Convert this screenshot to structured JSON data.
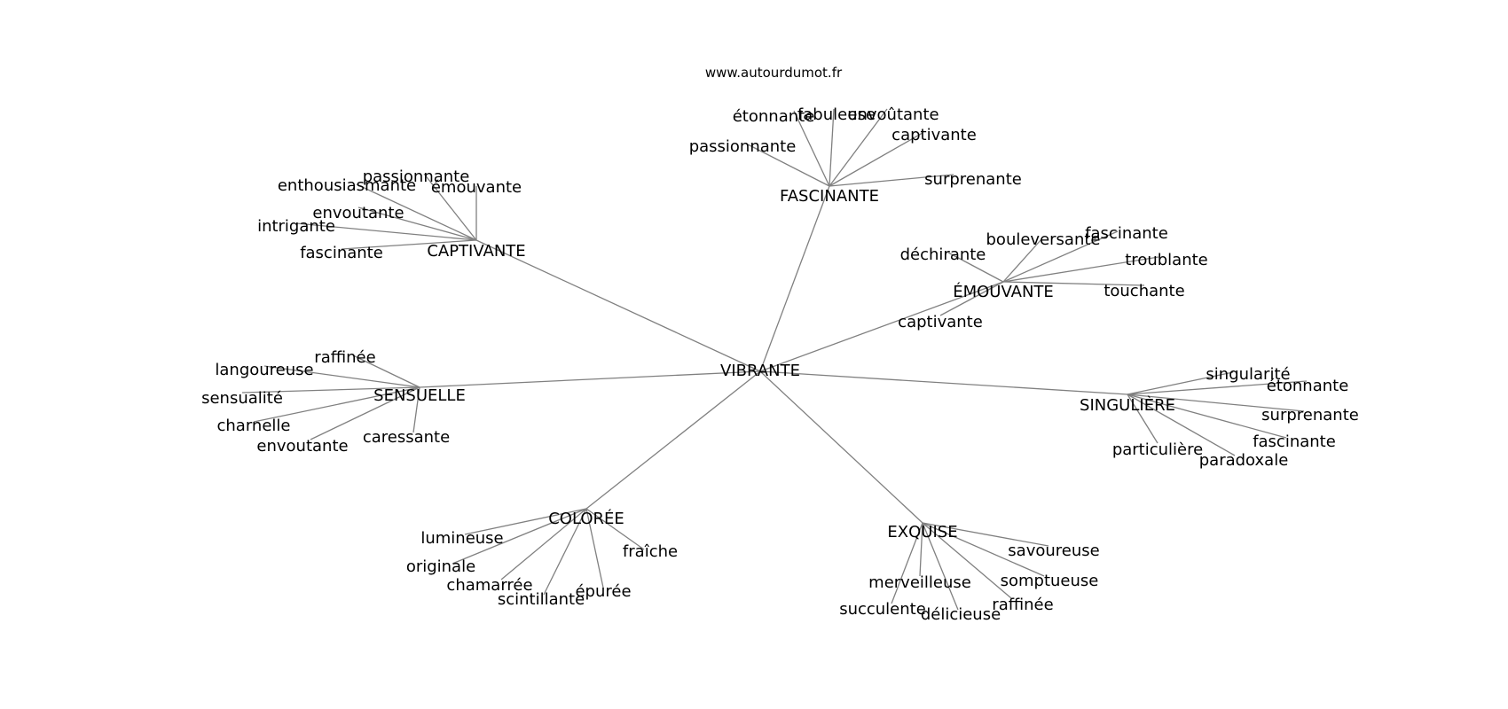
{
  "source": "www.autourdumot.fr",
  "colors": {
    "edge": "#808080",
    "text": "#000000",
    "background": "#ffffff"
  },
  "graph": {
    "center": {
      "label": "VIBRANTE"
    },
    "clusters": [
      {
        "label": "FASCINANTE",
        "words": [
          "étonnante",
          "fabuleuse",
          "envoûtante",
          "captivante",
          "passionnante",
          "surprenante"
        ]
      },
      {
        "label": "CAPTIVANTE",
        "words": [
          "passionnante",
          "enthousiasmante",
          "émouvante",
          "envoutante",
          "intrigante",
          "fascinante"
        ]
      },
      {
        "label": "ÉMOUVANTE",
        "words": [
          "bouleversante",
          "fascinante",
          "déchirante",
          "troublante",
          "touchante",
          "captivante"
        ]
      },
      {
        "label": "SENSUELLE",
        "words": [
          "raffinée",
          "langoureuse",
          "sensualité",
          "charnelle",
          "envoutante",
          "caressante"
        ]
      },
      {
        "label": "SINGULIÈRE",
        "words": [
          "singularité",
          "étonnante",
          "surprenante",
          "fascinante",
          "particulière",
          "paradoxale"
        ]
      },
      {
        "label": "COLORÉE",
        "words": [
          "lumineuse",
          "fraîche",
          "originale",
          "chamarrée",
          "épurée",
          "scintillante"
        ]
      },
      {
        "label": "EXQUISE",
        "words": [
          "savoureuse",
          "merveilleuse",
          "somptueuse",
          "raffinée",
          "succulente",
          "délicieuse"
        ]
      }
    ]
  }
}
